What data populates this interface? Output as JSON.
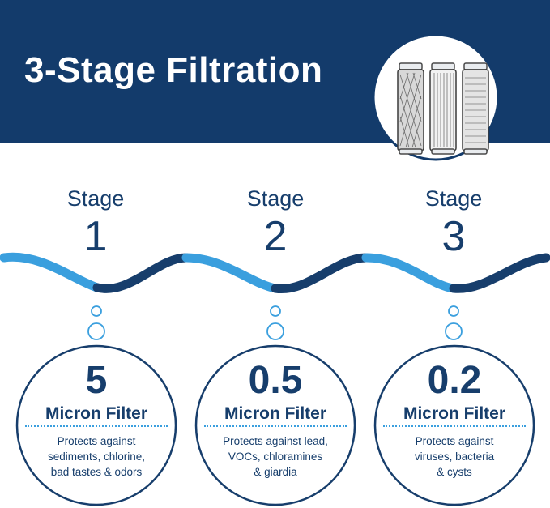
{
  "banner": {
    "title": "3-Stage Filtration",
    "background": "#133b6b",
    "image": "filter-cartridges-icon"
  },
  "colors": {
    "navy": "#173e6c",
    "light_blue": "#3a9fde"
  },
  "stages": [
    {
      "label": "Stage",
      "number": "1",
      "micron": "5",
      "unit": "Micron Filter",
      "desc": [
        "Protects against",
        "sediments, chlorine,",
        "bad tastes & odors"
      ]
    },
    {
      "label": "Stage",
      "number": "2",
      "micron": "0.5",
      "unit": "Micron Filter",
      "desc": [
        "Protects against lead,",
        "VOCs, chloramines",
        "& giardia"
      ]
    },
    {
      "label": "Stage",
      "number": "3",
      "micron": "0.2",
      "unit": "Micron Filter",
      "desc": [
        "Protects against",
        "viruses, bacteria",
        "& cysts"
      ]
    }
  ]
}
